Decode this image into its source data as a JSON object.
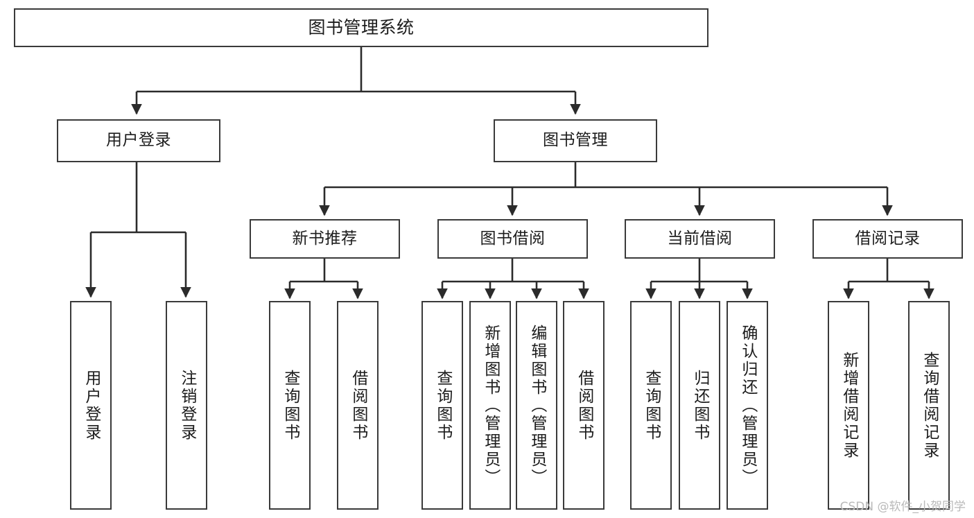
{
  "diagram": {
    "type": "tree-hierarchy-chart",
    "title": "图书管理系统",
    "orientation": "top-down",
    "colors": {
      "box_border": "#3a3a3a",
      "box_fill": "#ffffff",
      "connector": "#2b2b2b",
      "text": "#1c1c1c",
      "watermark": "#b9b9b9",
      "background": "#ffffff"
    }
  },
  "nodes": {
    "root": {
      "label": "图书管理系统"
    },
    "level2": [
      {
        "id": "user-login",
        "label": "用户登录"
      },
      {
        "id": "book-manage",
        "label": "图书管理"
      }
    ],
    "level3": [
      {
        "id": "new-book-recommend",
        "label": "新书推荐"
      },
      {
        "id": "book-borrow",
        "label": "图书借阅"
      },
      {
        "id": "current-borrow",
        "label": "当前借阅"
      },
      {
        "id": "borrow-record",
        "label": "借阅记录"
      }
    ],
    "leaves": {
      "user_login": [
        {
          "id": "leaf-user-login",
          "label": "用户登录"
        },
        {
          "id": "leaf-logout",
          "label": "注销登录"
        }
      ],
      "new_book_recommend": [
        {
          "id": "leaf-query-book-1",
          "label": "查询图书"
        },
        {
          "id": "leaf-borrow-book-1",
          "label": "借阅图书"
        }
      ],
      "book_borrow": [
        {
          "id": "leaf-query-book-2",
          "label": "查询图书"
        },
        {
          "id": "leaf-add-book",
          "label": "新增图书（管理员）"
        },
        {
          "id": "leaf-edit-book",
          "label": "编辑图书（管理员）"
        },
        {
          "id": "leaf-borrow-book-2",
          "label": "借阅图书"
        }
      ],
      "current_borrow": [
        {
          "id": "leaf-query-book-3",
          "label": "查询图书"
        },
        {
          "id": "leaf-return-book",
          "label": "归还图书"
        },
        {
          "id": "leaf-confirm-return",
          "label": "确认归还（管理员）"
        }
      ],
      "borrow_record": [
        {
          "id": "leaf-add-record",
          "label": "新增借阅记录"
        },
        {
          "id": "leaf-query-record",
          "label": "查询借阅记录"
        }
      ]
    }
  },
  "watermark": {
    "text": "CSDN @软件_小贺同学"
  }
}
